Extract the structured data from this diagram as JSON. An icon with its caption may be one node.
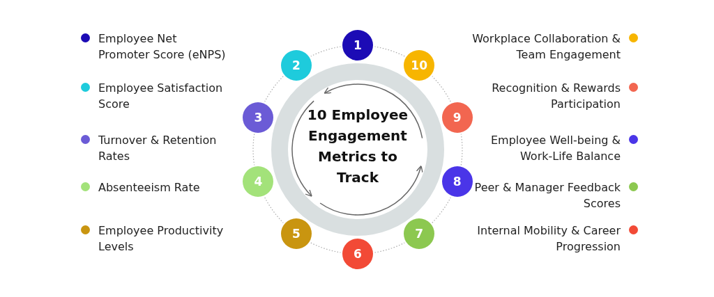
{
  "diagram": {
    "nodes": [
      {
        "text": [
          "10 Employee Engagement Metrics to Track"
        ]
      },
      {
        "text": [
          "1"
        ]
      },
      {
        "text": [
          "2"
        ]
      },
      {
        "text": [
          "3"
        ]
      },
      {
        "text": [
          "4"
        ]
      },
      {
        "text": [
          "5"
        ]
      },
      {
        "text": [
          "6"
        ]
      },
      {
        "text": [
          "7"
        ]
      },
      {
        "text": [
          "8"
        ]
      },
      {
        "text": [
          "9"
        ]
      },
      {
        "text": [
          "10"
        ]
      }
    ],
    "edges": [
      {
        "from": 1,
        "to": 2,
        "arrow": "none",
        "style": "dashed"
      },
      {
        "from": 2,
        "to": 3,
        "arrow": "none",
        "style": "dashed"
      },
      {
        "from": 3,
        "to": 4,
        "arrow": "none",
        "style": "dashed"
      },
      {
        "from": 4,
        "to": 5,
        "arrow": "none",
        "style": "dashed"
      },
      {
        "from": 5,
        "to": 6,
        "arrow": "none",
        "style": "dashed"
      },
      {
        "from": 6,
        "to": 7,
        "arrow": "none",
        "style": "dashed"
      },
      {
        "from": 7,
        "to": 8,
        "arrow": "none",
        "style": "dashed"
      },
      {
        "from": 8,
        "to": 9,
        "arrow": "none",
        "style": "dashed"
      },
      {
        "from": 9,
        "to": 10,
        "arrow": "none",
        "style": "dashed"
      },
      {
        "from": 10,
        "to": 1,
        "arrow": "none",
        "style": "dashed"
      }
    ],
    "legend": [
      {
        "text": "Employee Net Promoter Score (eNPS)",
        "color": "#1c0bb5"
      },
      {
        "text": "Employee Satisfaction Score",
        "color": "#1ecbdc"
      },
      {
        "text": "Turnover & Retention Rates",
        "color": "#6b5bd6"
      },
      {
        "text": "Absenteeism Rate",
        "color": "#a3e27a"
      },
      {
        "text": "Employee Productivity Levels",
        "color": "#c99510"
      },
      {
        "text": "Workplace Collaboration & Team Engagement",
        "color": "#f7b500"
      },
      {
        "text": "Recognition & Rewards Participation",
        "color": "#f26650"
      },
      {
        "text": "Employee Well-being & Work-Life Balance",
        "color": "#4a35e8"
      },
      {
        "text": "Peer & Manager Feedback Scores",
        "color": "#8cc850"
      },
      {
        "text": "Internal Mobility & Career Progression",
        "color": "#f24a36"
      }
    ]
  }
}
